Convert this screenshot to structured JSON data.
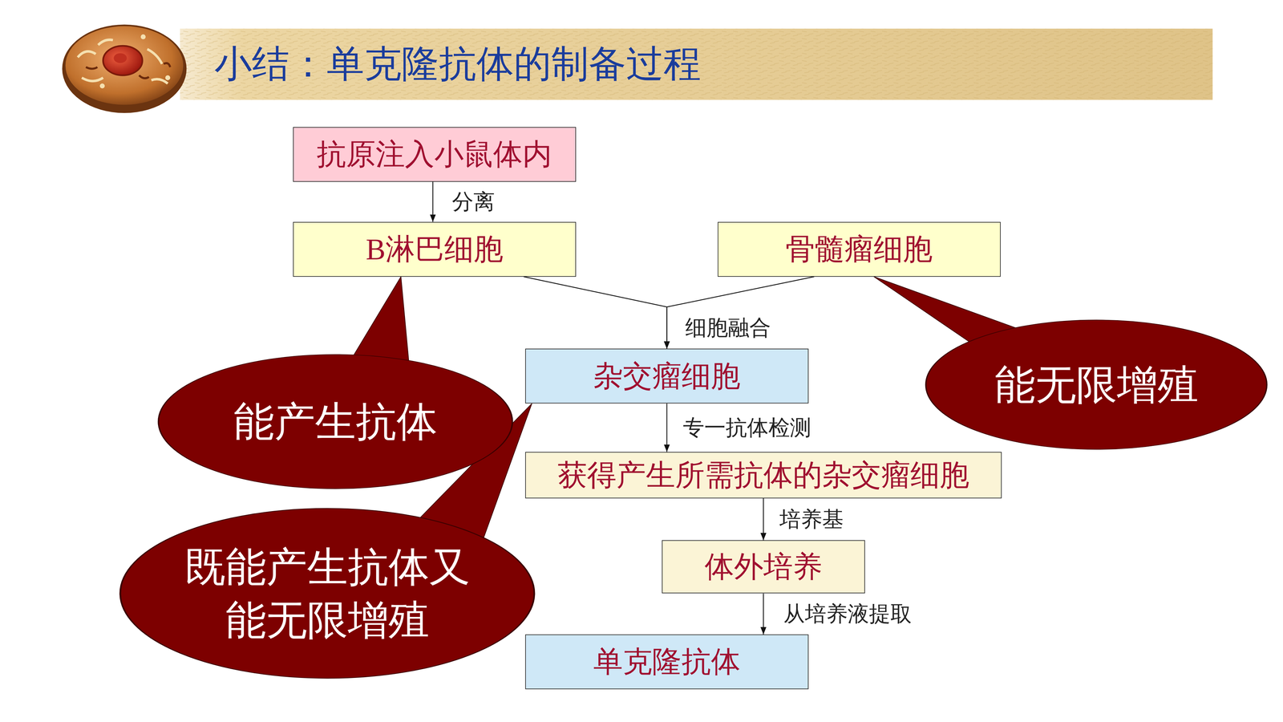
{
  "diagram": {
    "title": "小结：单克隆抗体的制备过程",
    "nodes": [
      {
        "text": [
          "抗原注入小鼠体内"
        ]
      },
      {
        "text": [
          "B淋巴细胞"
        ]
      },
      {
        "text": [
          "骨髓瘤细胞"
        ]
      },
      {
        "text": [
          "杂交瘤细胞"
        ]
      },
      {
        "text": [
          "获得产生所需抗体的杂交瘤细胞"
        ]
      },
      {
        "text": [
          "体外培养"
        ]
      },
      {
        "text": [
          "单克隆抗体"
        ]
      },
      {
        "text": [
          "能产生抗体"
        ]
      },
      {
        "text": [
          "能无限增殖"
        ]
      },
      {
        "text": [
          "既能产生抗体又能无限增殖"
        ]
      }
    ],
    "edges": [
      {
        "from": 0,
        "to": 1,
        "arrow": "to",
        "label": "分离"
      },
      {
        "from": 1,
        "to": 3,
        "arrow": "to",
        "label": "细胞融合"
      },
      {
        "from": 2,
        "to": 3,
        "arrow": "to"
      },
      {
        "from": 3,
        "to": 4,
        "arrow": "to",
        "label": "专一抗体检测"
      },
      {
        "from": 4,
        "to": 5,
        "arrow": "to",
        "label": "培养基"
      },
      {
        "from": 5,
        "to": 6,
        "arrow": "to",
        "label": "从培养液提取"
      }
    ]
  }
}
